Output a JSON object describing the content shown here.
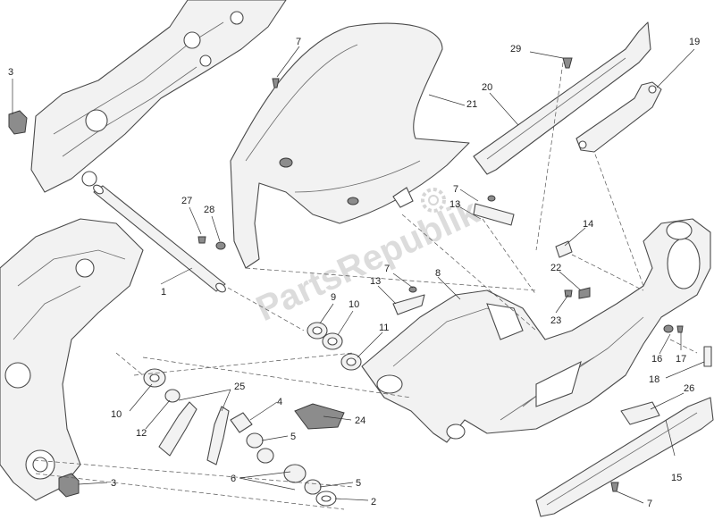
{
  "watermark": "PartsRepublik",
  "callouts": [
    "1",
    "2",
    "3",
    "3",
    "4",
    "5",
    "5",
    "6",
    "7",
    "7",
    "7",
    "7",
    "8",
    "9",
    "10",
    "10",
    "11",
    "12",
    "13",
    "13",
    "14",
    "15",
    "16",
    "17",
    "18",
    "19",
    "20",
    "21",
    "22",
    "23",
    "24",
    "25",
    "26",
    "27",
    "28",
    "29"
  ]
}
